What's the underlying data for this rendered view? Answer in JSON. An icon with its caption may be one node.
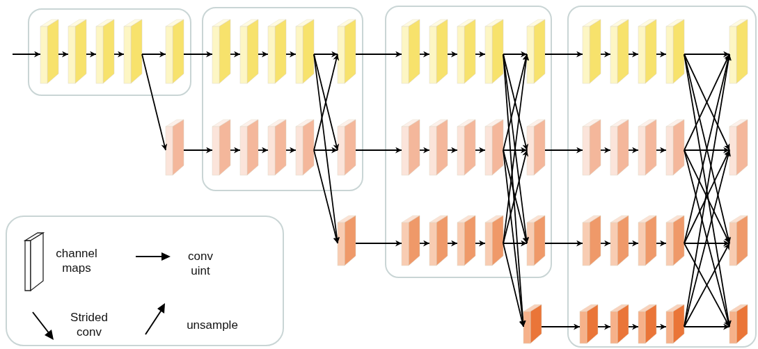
{
  "diagram": {
    "nodes": [
      {
        "text": [],
        "shape": "box"
      },
      {
        "text": [],
        "shape": "box",
        "in": 0
      },
      {
        "text": [],
        "shape": "box",
        "in": 0
      },
      {
        "text": [],
        "shape": "box",
        "in": 0
      },
      {
        "text": [],
        "shape": "box",
        "in": 0
      },
      {
        "text": [],
        "shape": "box",
        "in": 0
      },
      {
        "text": [],
        "shape": "box"
      },
      {
        "text": [],
        "shape": "box"
      },
      {
        "text": [],
        "shape": "box",
        "in": 7
      },
      {
        "text": [],
        "shape": "box",
        "in": 7
      },
      {
        "text": [],
        "shape": "box",
        "in": 7
      },
      {
        "text": [],
        "shape": "box",
        "in": 7
      },
      {
        "text": [],
        "shape": "box",
        "in": 7
      },
      {
        "text": [],
        "shape": "box",
        "in": 7
      },
      {
        "text": [],
        "shape": "box",
        "in": 7
      },
      {
        "text": [],
        "shape": "box",
        "in": 7
      },
      {
        "text": [],
        "shape": "box",
        "in": 7
      },
      {
        "text": [],
        "shape": "box",
        "in": 7
      },
      {
        "text": [],
        "shape": "box"
      },
      {
        "text": [],
        "shape": "box"
      },
      {
        "text": [],
        "shape": "box",
        "in": 19
      },
      {
        "text": [],
        "shape": "box",
        "in": 19
      },
      {
        "text": [],
        "shape": "box",
        "in": 19
      },
      {
        "text": [],
        "shape": "box",
        "in": 19
      },
      {
        "text": [],
        "shape": "box",
        "in": 19
      },
      {
        "text": [],
        "shape": "box",
        "in": 19
      },
      {
        "text": [],
        "shape": "box",
        "in": 19
      },
      {
        "text": [],
        "shape": "box",
        "in": 19
      },
      {
        "text": [],
        "shape": "box",
        "in": 19
      },
      {
        "text": [],
        "shape": "box",
        "in": 19
      },
      {
        "text": [],
        "shape": "box",
        "in": 19
      },
      {
        "text": [],
        "shape": "box",
        "in": 19
      },
      {
        "text": [],
        "shape": "box",
        "in": 19
      },
      {
        "text": [],
        "shape": "box",
        "in": 19
      },
      {
        "text": [],
        "shape": "box",
        "in": 19
      },
      {
        "text": [],
        "shape": "box"
      },
      {
        "text": [],
        "shape": "box"
      },
      {
        "text": [],
        "shape": "box",
        "in": 36
      },
      {
        "text": [],
        "shape": "box",
        "in": 36
      },
      {
        "text": [],
        "shape": "box",
        "in": 36
      },
      {
        "text": [],
        "shape": "box",
        "in": 36
      },
      {
        "text": [],
        "shape": "box",
        "in": 36
      },
      {
        "text": [],
        "shape": "box",
        "in": 36
      },
      {
        "text": [],
        "shape": "box",
        "in": 36
      },
      {
        "text": [],
        "shape": "box",
        "in": 36
      },
      {
        "text": [],
        "shape": "box",
        "in": 36
      },
      {
        "text": [],
        "shape": "box",
        "in": 36
      },
      {
        "text": [],
        "shape": "box",
        "in": 36
      },
      {
        "text": [],
        "shape": "box",
        "in": 36
      },
      {
        "text": [],
        "shape": "box",
        "in": 36
      },
      {
        "text": [],
        "shape": "box",
        "in": 36
      },
      {
        "text": [],
        "shape": "box",
        "in": 36
      },
      {
        "text": [],
        "shape": "box",
        "in": 36
      },
      {
        "text": [],
        "shape": "box",
        "in": 36
      },
      {
        "text": [],
        "shape": "box",
        "in": 36
      },
      {
        "text": [],
        "shape": "box",
        "in": 36
      },
      {
        "text": [],
        "shape": "box",
        "in": 36
      }
    ],
    "edges": [
      {
        "from": null,
        "to": 1,
        "arrow": "to"
      },
      {
        "from": 1,
        "to": 2,
        "arrow": "to"
      },
      {
        "from": 2,
        "to": 3,
        "arrow": "to"
      },
      {
        "from": 3,
        "to": 4,
        "arrow": "to"
      },
      {
        "from": 4,
        "to": 5,
        "arrow": "to"
      },
      {
        "from": 4,
        "to": 6,
        "arrow": "to"
      },
      {
        "from": 5,
        "to": 8,
        "arrow": "to"
      },
      {
        "from": 6,
        "to": 13,
        "arrow": "to"
      },
      {
        "from": 8,
        "to": 9,
        "arrow": "to"
      },
      {
        "from": 9,
        "to": 10,
        "arrow": "to"
      },
      {
        "from": 10,
        "to": 11,
        "arrow": "to"
      },
      {
        "from": 11,
        "to": 12,
        "arrow": "to"
      },
      {
        "from": 11,
        "to": 17,
        "arrow": "to"
      },
      {
        "from": 11,
        "to": 18,
        "arrow": "to"
      },
      {
        "from": 13,
        "to": 14,
        "arrow": "to"
      },
      {
        "from": 14,
        "to": 15,
        "arrow": "to"
      },
      {
        "from": 15,
        "to": 16,
        "arrow": "to"
      },
      {
        "from": 16,
        "to": 17,
        "arrow": "to"
      },
      {
        "from": 16,
        "to": 12,
        "arrow": "to"
      },
      {
        "from": 16,
        "to": 18,
        "arrow": "to"
      },
      {
        "from": 12,
        "to": 20,
        "arrow": "to"
      },
      {
        "from": 17,
        "to": 25,
        "arrow": "to"
      },
      {
        "from": 18,
        "to": 30,
        "arrow": "to"
      },
      {
        "from": 20,
        "to": 21,
        "arrow": "to"
      },
      {
        "from": 21,
        "to": 22,
        "arrow": "to"
      },
      {
        "from": 22,
        "to": 23,
        "arrow": "to"
      },
      {
        "from": 25,
        "to": 26,
        "arrow": "to"
      },
      {
        "from": 26,
        "to": 27,
        "arrow": "to"
      },
      {
        "from": 27,
        "to": 28,
        "arrow": "to"
      },
      {
        "from": 30,
        "to": 31,
        "arrow": "to"
      },
      {
        "from": 31,
        "to": 32,
        "arrow": "to"
      },
      {
        "from": 32,
        "to": 33,
        "arrow": "to"
      },
      {
        "from": 23,
        "to": 24,
        "arrow": "to"
      },
      {
        "from": 23,
        "to": 29,
        "arrow": "to"
      },
      {
        "from": 23,
        "to": 34,
        "arrow": "to"
      },
      {
        "from": 23,
        "to": 35,
        "arrow": "to"
      },
      {
        "from": 28,
        "to": 24,
        "arrow": "to"
      },
      {
        "from": 28,
        "to": 29,
        "arrow": "to"
      },
      {
        "from": 28,
        "to": 34,
        "arrow": "to"
      },
      {
        "from": 28,
        "to": 35,
        "arrow": "to"
      },
      {
        "from": 33,
        "to": 24,
        "arrow": "to"
      },
      {
        "from": 33,
        "to": 29,
        "arrow": "to"
      },
      {
        "from": 33,
        "to": 34,
        "arrow": "to"
      },
      {
        "from": 33,
        "to": 35,
        "arrow": "to"
      },
      {
        "from": 24,
        "to": 37,
        "arrow": "to"
      },
      {
        "from": 29,
        "to": 42,
        "arrow": "to"
      },
      {
        "from": 34,
        "to": 47,
        "arrow": "to"
      },
      {
        "from": 35,
        "to": 52,
        "arrow": "to"
      },
      {
        "from": 37,
        "to": 38,
        "arrow": "to"
      },
      {
        "from": 38,
        "to": 39,
        "arrow": "to"
      },
      {
        "from": 39,
        "to": 40,
        "arrow": "to"
      },
      {
        "from": 42,
        "to": 43,
        "arrow": "to"
      },
      {
        "from": 43,
        "to": 44,
        "arrow": "to"
      },
      {
        "from": 44,
        "to": 45,
        "arrow": "to"
      },
      {
        "from": 47,
        "to": 48,
        "arrow": "to"
      },
      {
        "from": 48,
        "to": 49,
        "arrow": "to"
      },
      {
        "from": 49,
        "to": 50,
        "arrow": "to"
      },
      {
        "from": 52,
        "to": 53,
        "arrow": "to"
      },
      {
        "from": 53,
        "to": 54,
        "arrow": "to"
      },
      {
        "from": 54,
        "to": 55,
        "arrow": "to"
      },
      {
        "from": 40,
        "to": 41,
        "arrow": "to"
      },
      {
        "from": 40,
        "to": 46,
        "arrow": "to"
      },
      {
        "from": 40,
        "to": 51,
        "arrow": "to"
      },
      {
        "from": 40,
        "to": 56,
        "arrow": "to"
      },
      {
        "from": 45,
        "to": 41,
        "arrow": "to"
      },
      {
        "from": 45,
        "to": 46,
        "arrow": "to"
      },
      {
        "from": 45,
        "to": 51,
        "arrow": "to"
      },
      {
        "from": 45,
        "to": 56,
        "arrow": "to"
      },
      {
        "from": 50,
        "to": 41,
        "arrow": "to"
      },
      {
        "from": 50,
        "to": 46,
        "arrow": "to"
      },
      {
        "from": 50,
        "to": 51,
        "arrow": "to"
      },
      {
        "from": 50,
        "to": 56,
        "arrow": "to"
      },
      {
        "from": 55,
        "to": 41,
        "arrow": "to"
      },
      {
        "from": 55,
        "to": 46,
        "arrow": "to"
      },
      {
        "from": 55,
        "to": 51,
        "arrow": "to"
      },
      {
        "from": 55,
        "to": 56,
        "arrow": "to"
      }
    ],
    "legend": [
      {
        "text": "channel maps"
      },
      {
        "text": "conv uint"
      },
      {
        "text": "Strided conv"
      },
      {
        "text": "unsample"
      }
    ]
  }
}
